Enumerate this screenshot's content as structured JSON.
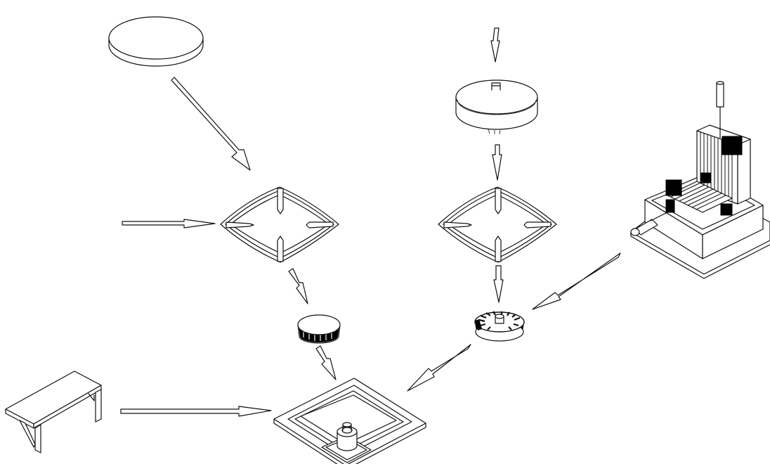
{
  "diagram": {
    "kind": "exploded assembly / process illustration",
    "line_color": "#111111",
    "background": "#ffffff",
    "components": [
      {
        "id": "disc",
        "icon": "flat-disc-icon"
      },
      {
        "id": "ring",
        "icon": "ring-band-icon"
      },
      {
        "id": "frame-left",
        "icon": "rounded-square-frame-icon"
      },
      {
        "id": "frame-right",
        "icon": "rounded-square-frame-icon"
      },
      {
        "id": "cap",
        "icon": "cap-puck-icon"
      },
      {
        "id": "wheel",
        "icon": "slotted-wheel-icon"
      },
      {
        "id": "tank",
        "icon": "immersion-tank-icon"
      },
      {
        "id": "bench",
        "icon": "bench-table-icon"
      },
      {
        "id": "tray",
        "icon": "tray-base-icon"
      }
    ],
    "connections": [
      {
        "from": "disc",
        "to": "frame-left"
      },
      {
        "from": "left-input",
        "to": "frame-left"
      },
      {
        "from": "top-input",
        "to": "ring"
      },
      {
        "from": "ring",
        "to": "frame-right"
      },
      {
        "from": "frame-left",
        "to": "cap"
      },
      {
        "from": "frame-right",
        "to": "wheel"
      },
      {
        "from": "tank",
        "to": "wheel"
      },
      {
        "from": "cap",
        "to": "tray"
      },
      {
        "from": "wheel",
        "to": "tray"
      },
      {
        "from": "bench",
        "to": "tray"
      }
    ]
  }
}
